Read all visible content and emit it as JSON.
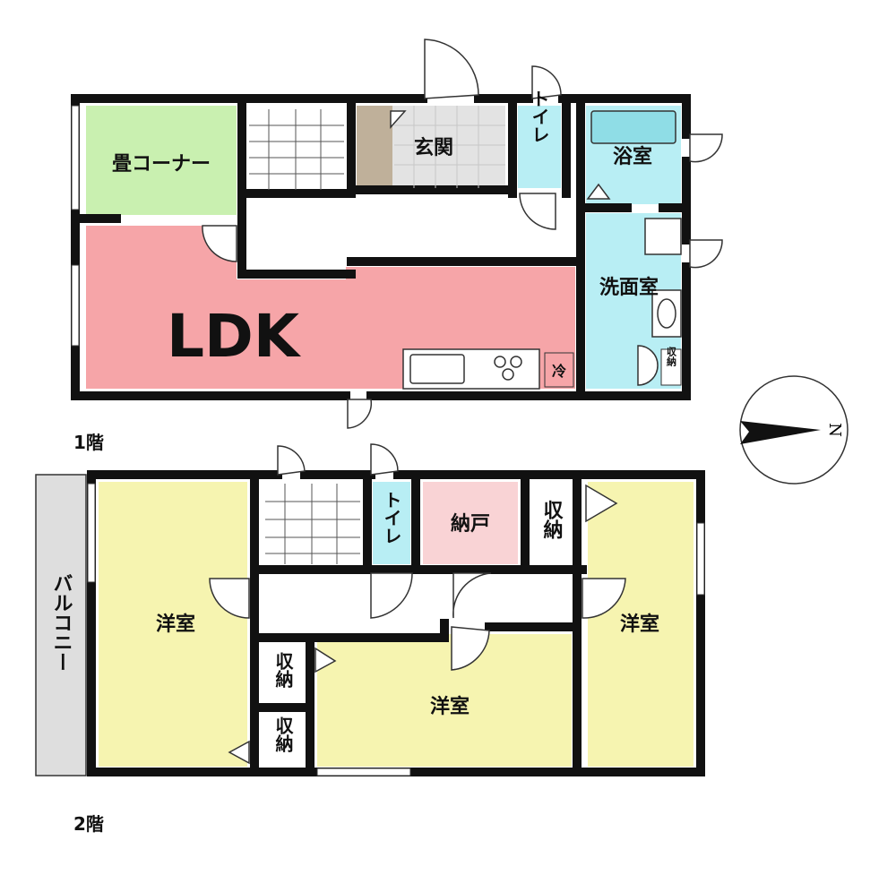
{
  "floor1": {
    "label": "1階",
    "rooms": {
      "tatami": "畳コーナー",
      "entrance": "玄関",
      "toilet": "トイレ",
      "bath": "浴室",
      "washroom": "洗面室",
      "ldk": "LDK",
      "fridge": "冷",
      "storage": "収納"
    }
  },
  "floor2": {
    "label": "2階",
    "rooms": {
      "balcony": "バルコニー",
      "western_left": "洋室",
      "toilet": "トイレ",
      "closet": "納戸",
      "storage_top": "収納",
      "western_right": "洋室",
      "storage_mid": "収納",
      "western_center": "洋室",
      "storage_bottom": "収納"
    }
  },
  "compass": {
    "north_label": "N"
  },
  "colors": {
    "wall": "#111111",
    "tatami": "#c9f0b0",
    "ldk": "#f6a5a8",
    "wet": "#b8eef4",
    "western": "#f6f4b0",
    "closet": "#f9d3d5",
    "balcony": "#dedede",
    "entrance_floor": "#e3e3e3",
    "entrance_step": "#bfb09a"
  }
}
